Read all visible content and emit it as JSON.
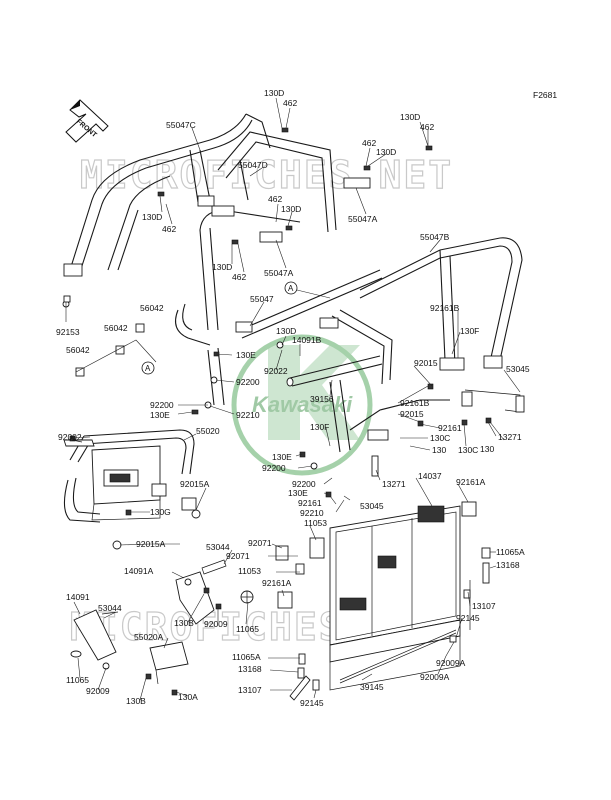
{
  "diagram_code": "F2681",
  "front_arrow_label": "FRONT",
  "watermark_text": "MICROFICHES.NET",
  "logo_text": "Kawasaki",
  "callout_letter": "A",
  "labels": [
    {
      "id": "130d_a",
      "text": "130D"
    },
    {
      "id": "462_a",
      "text": "462"
    },
    {
      "id": "130d_b",
      "text": "130D"
    },
    {
      "id": "462_b",
      "text": "462"
    },
    {
      "id": "55047c",
      "text": "55047C"
    },
    {
      "id": "462_c",
      "text": "462"
    },
    {
      "id": "130d_c",
      "text": "130D"
    },
    {
      "id": "55047d",
      "text": "55047D"
    },
    {
      "id": "130d_d",
      "text": "130D"
    },
    {
      "id": "462_d",
      "text": "462"
    },
    {
      "id": "462_e",
      "text": "462"
    },
    {
      "id": "130d_e",
      "text": "130D"
    },
    {
      "id": "55047a_a",
      "text": "55047A"
    },
    {
      "id": "130d_f",
      "text": "130D"
    },
    {
      "id": "462_f",
      "text": "462"
    },
    {
      "id": "55047a_b",
      "text": "55047A"
    },
    {
      "id": "55047b",
      "text": "55047B"
    },
    {
      "id": "55047",
      "text": "55047"
    },
    {
      "id": "92161b_a",
      "text": "92161B"
    },
    {
      "id": "56042_a",
      "text": "56042"
    },
    {
      "id": "56042_b",
      "text": "56042"
    },
    {
      "id": "92153",
      "text": "92153"
    },
    {
      "id": "130f_a",
      "text": "130F"
    },
    {
      "id": "56042_c",
      "text": "56042"
    },
    {
      "id": "130d_g",
      "text": "130D"
    },
    {
      "id": "14091b",
      "text": "14091B"
    },
    {
      "id": "130e_a",
      "text": "130E"
    },
    {
      "id": "92022",
      "text": "92022"
    },
    {
      "id": "92200_a",
      "text": "92200"
    },
    {
      "id": "92015_a",
      "text": "92015"
    },
    {
      "id": "53045_a",
      "text": "53045"
    },
    {
      "id": "92200_b",
      "text": "92200"
    },
    {
      "id": "130e_b",
      "text": "130E"
    },
    {
      "id": "92210_a",
      "text": "92210"
    },
    {
      "id": "39156",
      "text": "39156"
    },
    {
      "id": "92161b_b",
      "text": "92161B"
    },
    {
      "id": "92015_b",
      "text": "92015"
    },
    {
      "id": "92161_a",
      "text": "92161"
    },
    {
      "id": "130c_a",
      "text": "130C"
    },
    {
      "id": "130_a",
      "text": "130"
    },
    {
      "id": "130c_b",
      "text": "130C"
    },
    {
      "id": "130_b",
      "text": "130"
    },
    {
      "id": "13271_a",
      "text": "13271"
    },
    {
      "id": "130f_b",
      "text": "130F"
    },
    {
      "id": "92002",
      "text": "92002"
    },
    {
      "id": "55020",
      "text": "55020"
    },
    {
      "id": "130e_c",
      "text": "130E"
    },
    {
      "id": "92200_c",
      "text": "92200"
    },
    {
      "id": "13271_b",
      "text": "13271"
    },
    {
      "id": "14037",
      "text": "14037"
    },
    {
      "id": "92200_d",
      "text": "92200"
    },
    {
      "id": "92161a_a",
      "text": "92161A"
    },
    {
      "id": "130e_d",
      "text": "130E"
    },
    {
      "id": "92015a_a",
      "text": "92015A"
    },
    {
      "id": "92161_b",
      "text": "92161"
    },
    {
      "id": "53045_b",
      "text": "53045"
    },
    {
      "id": "92210_b",
      "text": "92210"
    },
    {
      "id": "130g",
      "text": "130G"
    },
    {
      "id": "11053_a",
      "text": "11053"
    },
    {
      "id": "92071_a",
      "text": "92071"
    },
    {
      "id": "92015a_b",
      "text": "92015A"
    },
    {
      "id": "53044_a",
      "text": "53044"
    },
    {
      "id": "92071_b",
      "text": "92071"
    },
    {
      "id": "11065a_a",
      "text": "11065A"
    },
    {
      "id": "13168_a",
      "text": "13168"
    },
    {
      "id": "14091a",
      "text": "14091A"
    },
    {
      "id": "11053_b",
      "text": "11053"
    },
    {
      "id": "92161a_b",
      "text": "92161A"
    },
    {
      "id": "13107_a",
      "text": "13107"
    },
    {
      "id": "14091",
      "text": "14091"
    },
    {
      "id": "53044_b",
      "text": "53044"
    },
    {
      "id": "92145_a",
      "text": "92145"
    },
    {
      "id": "130b_a",
      "text": "130B"
    },
    {
      "id": "92009_a",
      "text": "92009"
    },
    {
      "id": "11065",
      "text": "11065"
    },
    {
      "id": "55020a",
      "text": "55020A"
    },
    {
      "id": "92009a_a",
      "text": "92009A"
    },
    {
      "id": "11065a_b",
      "text": "11065A"
    },
    {
      "id": "13168_b",
      "text": "13168"
    },
    {
      "id": "11065_b",
      "text": "11065"
    },
    {
      "id": "92009_b",
      "text": "92009"
    },
    {
      "id": "39145",
      "text": "39145"
    },
    {
      "id": "92009a_b",
      "text": "92009A"
    },
    {
      "id": "13107_b",
      "text": "13107"
    },
    {
      "id": "130b_b",
      "text": "130B"
    },
    {
      "id": "130a",
      "text": "130A"
    },
    {
      "id": "92145_b",
      "text": "92145"
    }
  ]
}
